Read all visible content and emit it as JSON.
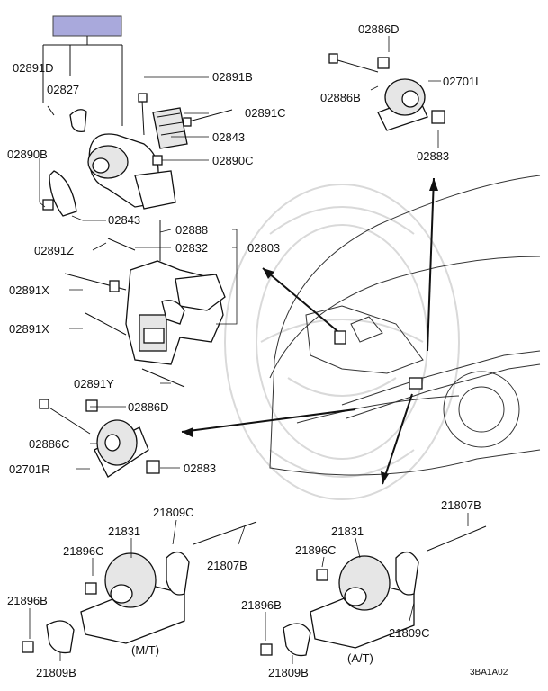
{
  "header": {
    "box_color": "#a9a9dc"
  },
  "labels": {
    "l02891D": "02891D",
    "l02827": "02827",
    "l02890B": "02890B",
    "l02843a": "02843",
    "l02891B": "02891B",
    "l02891C": "02891C",
    "l02843b": "02843",
    "l02890C": "02890C",
    "l02888": "02888",
    "l02832": "02832",
    "l02803": "02803",
    "l02891Z": "02891Z",
    "l02891X1": "02891X",
    "l02891X2": "02891X",
    "l02891Y": "02891Y",
    "l02886D_top": "02886D",
    "l02886B": "02886B",
    "l02701L": "02701L",
    "l02883_top": "02883",
    "l02886D_bot": "02886D",
    "l02886C": "02886C",
    "l02701R": "02701R",
    "l02883_bot": "02883",
    "mt_21809C": "21809C",
    "mt_21831": "21831",
    "mt_21896C": "21896C",
    "mt_21807B": "21807B",
    "mt_21896B": "21896B",
    "mt_21809B": "21809B",
    "mt_caption": "(M/T)",
    "at_21807B": "21807B",
    "at_21831": "21831",
    "at_21896C": "21896C",
    "at_21896B": "21896B",
    "at_21809C": "21809C",
    "at_21809B": "21809B",
    "at_caption": "(A/T)",
    "ref_code": "3BA1A02"
  }
}
